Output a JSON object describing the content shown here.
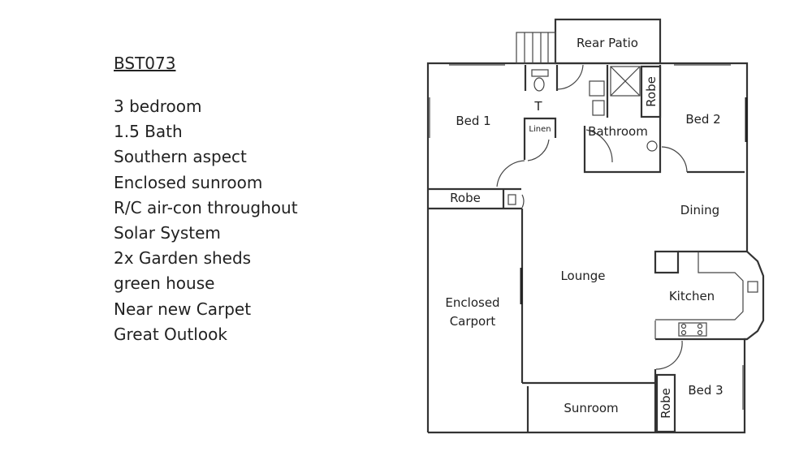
{
  "listing": {
    "code": "BST073",
    "features": [
      "3 bedroom",
      "1.5 Bath",
      "Southern aspect",
      "Enclosed sunroom",
      "R/C air-con throughout",
      "Solar System",
      "2x Garden sheds",
      "green house",
      "Near new Carpet",
      "Great Outlook"
    ]
  },
  "floorplan": {
    "rear_patio": "Rear Patio",
    "toilet": "T",
    "linen": "Linen",
    "bed1": "Bed 1",
    "bed2": "Bed 2",
    "bed3": "Bed 3",
    "bathroom": "Bathroom",
    "robe_bed1": "Robe",
    "robe_bed2": "Robe",
    "robe_bed3": "Robe",
    "dining": "Dining",
    "lounge": "Lounge",
    "kitchen": "Kitchen",
    "carport_line1": "Enclosed",
    "carport_line2": "Carport",
    "sunroom": "Sunroom"
  }
}
